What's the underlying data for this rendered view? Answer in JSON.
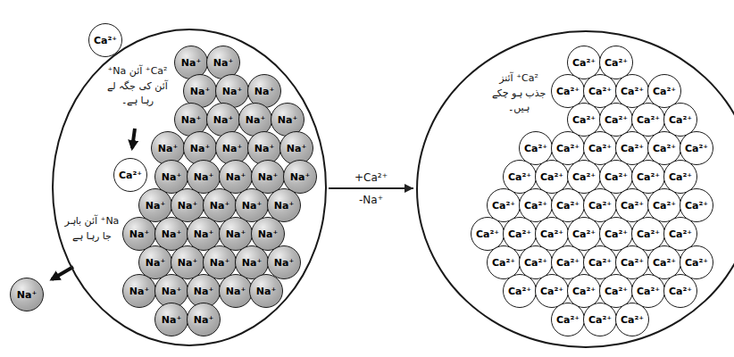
{
  "diagram": {
    "nodes": [
      {
        "text": [
          "Ca²⁺"
        ]
      },
      {
        "text": [
          "Ca²⁺ آئن Na⁺ آئن کی جگہ لے رہا ہے۔",
          "Na⁺ آئن باہر جا رہا ہے"
        ]
      },
      {
        "text": [
          "Ca²⁺"
        ],
        "in": 1
      },
      {
        "text": [
          "Na⁺"
        ],
        "in": 1
      },
      {
        "text": [
          "Na⁺"
        ],
        "in": 1
      },
      {
        "text": [
          "Na⁺"
        ],
        "in": 1
      },
      {
        "text": [
          "Na⁺"
        ],
        "in": 1
      },
      {
        "text": [
          "Na⁺"
        ],
        "in": 1
      },
      {
        "text": [
          "Na⁺"
        ],
        "in": 1
      },
      {
        "text": [
          "Na⁺"
        ],
        "in": 1
      },
      {
        "text": [
          "Na⁺"
        ],
        "in": 1
      },
      {
        "text": [
          "Na⁺"
        ],
        "in": 1
      },
      {
        "text": [
          "Na⁺"
        ],
        "in": 1
      },
      {
        "text": [
          "Na⁺"
        ],
        "in": 1
      },
      {
        "text": [
          "Na⁺"
        ],
        "in": 1
      },
      {
        "text": [
          "Na⁺"
        ],
        "in": 1
      },
      {
        "text": [
          "Na⁺"
        ],
        "in": 1
      },
      {
        "text": [
          "Na⁺"
        ],
        "in": 1
      },
      {
        "text": [
          "Na⁺"
        ],
        "in": 1
      },
      {
        "text": [
          "Na⁺"
        ],
        "in": 1
      },
      {
        "text": [
          "Na⁺"
        ],
        "in": 1
      },
      {
        "text": [
          "Na⁺"
        ],
        "in": 1
      },
      {
        "text": [
          "Na⁺"
        ],
        "in": 1
      },
      {
        "text": [
          "Na⁺"
        ],
        "in": 1
      },
      {
        "text": [
          "Na⁺"
        ],
        "in": 1
      },
      {
        "text": [
          "Na⁺"
        ],
        "in": 1
      },
      {
        "text": [
          "Na⁺"
        ],
        "in": 1
      },
      {
        "text": [
          "Na⁺"
        ],
        "in": 1
      },
      {
        "text": [
          "Na⁺"
        ],
        "in": 1
      },
      {
        "text": [
          "Na⁺"
        ],
        "in": 1
      },
      {
        "text": [
          "Na⁺"
        ],
        "in": 1
      },
      {
        "text": [
          "Na⁺"
        ],
        "in": 1
      },
      {
        "text": [
          "Na⁺"
        ],
        "in": 1
      },
      {
        "text": [
          "Na⁺"
        ],
        "in": 1
      },
      {
        "text": [
          "Na⁺"
        ],
        "in": 1
      },
      {
        "text": [
          "Na⁺"
        ],
        "in": 1
      },
      {
        "text": [
          "Na⁺"
        ],
        "in": 1
      },
      {
        "text": [
          "Na⁺"
        ],
        "in": 1
      },
      {
        "text": [
          "Na⁺"
        ],
        "in": 1
      },
      {
        "text": [
          "Na⁺"
        ],
        "in": 1
      },
      {
        "text": [
          "Na⁺"
        ],
        "in": 1
      },
      {
        "text": [
          "Na⁺"
        ],
        "in": 1
      },
      {
        "text": [
          "Na⁺"
        ],
        "in": 1
      },
      {
        "text": [
          "Na⁺"
        ],
        "in": 1
      },
      {
        "text": [
          "Na⁺"
        ]
      },
      {
        "text": [
          "Ca²⁺ آئنز جذب ہو چکے ہیں۔"
        ]
      },
      {
        "text": [
          "Ca²⁺"
        ],
        "in": 45
      },
      {
        "text": [
          "Ca²⁺"
        ],
        "in": 45
      },
      {
        "text": [
          "Ca²⁺"
        ],
        "in": 45
      },
      {
        "text": [
          "Ca²⁺"
        ],
        "in": 45
      },
      {
        "text": [
          "Ca²⁺"
        ],
        "in": 45
      },
      {
        "text": [
          "Ca²⁺"
        ],
        "in": 45
      },
      {
        "text": [
          "Ca²⁺"
        ],
        "in": 45
      },
      {
        "text": [
          "Ca²⁺"
        ],
        "in": 45
      },
      {
        "text": [
          "Ca²⁺"
        ],
        "in": 45
      },
      {
        "text": [
          "Ca²⁺"
        ],
        "in": 45
      },
      {
        "text": [
          "Ca²⁺"
        ],
        "in": 45
      },
      {
        "text": [
          "Ca²⁺"
        ],
        "in": 45
      },
      {
        "text": [
          "Ca²⁺"
        ],
        "in": 45
      },
      {
        "text": [
          "Ca²⁺"
        ],
        "in": 45
      },
      {
        "text": [
          "Ca²⁺"
        ],
        "in": 45
      },
      {
        "text": [
          "Ca²⁺"
        ],
        "in": 45
      },
      {
        "text": [
          "Ca²⁺"
        ],
        "in": 45
      },
      {
        "text": [
          "Ca²⁺"
        ],
        "in": 45
      },
      {
        "text": [
          "Ca²⁺"
        ],
        "in": 45
      },
      {
        "text": [
          "Ca²⁺"
        ],
        "in": 45
      },
      {
        "text": [
          "Ca²⁺"
        ],
        "in": 45
      },
      {
        "text": [
          "Ca²⁺"
        ],
        "in": 45
      },
      {
        "text": [
          "Ca²⁺"
        ],
        "in": 45
      },
      {
        "text": [
          "Ca²⁺"
        ],
        "in": 45
      },
      {
        "text": [
          "Ca²⁺"
        ],
        "in": 45
      },
      {
        "text": [
          "Ca²⁺"
        ],
        "in": 45
      },
      {
        "text": [
          "Ca²⁺"
        ],
        "in": 45
      },
      {
        "text": [
          "Ca²⁺"
        ],
        "in": 45
      },
      {
        "text": [
          "Ca²⁺"
        ],
        "in": 45
      },
      {
        "text": [
          "Ca²⁺"
        ],
        "in": 45
      },
      {
        "text": [
          "Ca²⁺"
        ],
        "in": 45
      },
      {
        "text": [
          "Ca²⁺"
        ],
        "in": 45
      },
      {
        "text": [
          "Ca²⁺"
        ],
        "in": 45
      },
      {
        "text": [
          "Ca²⁺"
        ],
        "in": 45
      },
      {
        "text": [
          "Ca²⁺"
        ],
        "in": 45
      },
      {
        "text": [
          "Ca²⁺"
        ],
        "in": 45
      },
      {
        "text": [
          "Ca²⁺"
        ],
        "in": 45
      },
      {
        "text": [
          "Ca²⁺"
        ],
        "in": 45
      },
      {
        "text": [
          "Ca²⁺"
        ],
        "in": 45
      },
      {
        "text": [
          "Ca²⁺"
        ],
        "in": 45
      },
      {
        "text": [
          "Ca²⁺"
        ],
        "in": 45
      },
      {
        "text": [
          "Ca²⁺"
        ],
        "in": 45
      },
      {
        "text": [
          "Ca²⁺"
        ],
        "in": 45
      },
      {
        "text": [
          "Ca²⁺"
        ],
        "in": 45
      },
      {
        "text": [
          "Ca²⁺"
        ],
        "in": 45
      },
      {
        "text": [
          "Ca²⁺"
        ],
        "in": 45
      },
      {
        "text": [
          "Ca²⁺"
        ],
        "in": 45
      },
      {
        "text": [
          "Ca²⁺"
        ],
        "in": 45
      },
      {
        "text": [
          "Ca²⁺"
        ],
        "in": 45
      },
      {
        "text": [
          "Ca²⁺"
        ],
        "in": 45
      },
      {
        "text": [
          "Ca²⁺"
        ],
        "in": 45
      },
      {
        "text": [
          "Ca²⁺"
        ],
        "in": 45
      }
    ],
    "edges": [
      {
        "from": 1,
        "to": 45,
        "arrow": "to",
        "label": "+Ca²⁺"
      }
    ],
    "labels": [
      "-Na⁺"
    ]
  }
}
